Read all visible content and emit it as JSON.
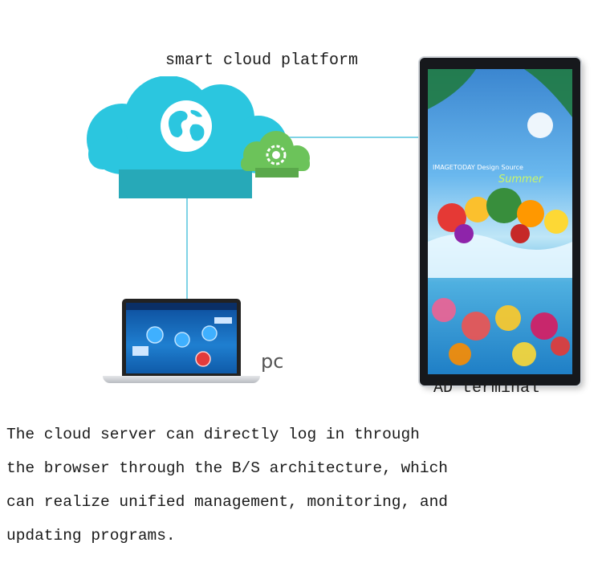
{
  "diagram": {
    "platform_label": "smart cloud platform",
    "pc_label": "pc",
    "terminal_label": "AD terminal",
    "terminal_screen": {
      "brand_text": "IMAGETODAY Design Source",
      "season_text": "Summer"
    },
    "colors": {
      "cloud_main": "#2bc6df",
      "cloud_base": "#27a9b8",
      "cloud_small": "#6cc35a",
      "connector": "#7fd3e6"
    },
    "icons": [
      "globe-icon",
      "gear-icon"
    ]
  },
  "description": {
    "lines": [
      "The cloud server can directly log in through",
      "the browser through the B/S architecture, which",
      "can realize unified management, monitoring, and",
      "updating programs."
    ]
  }
}
